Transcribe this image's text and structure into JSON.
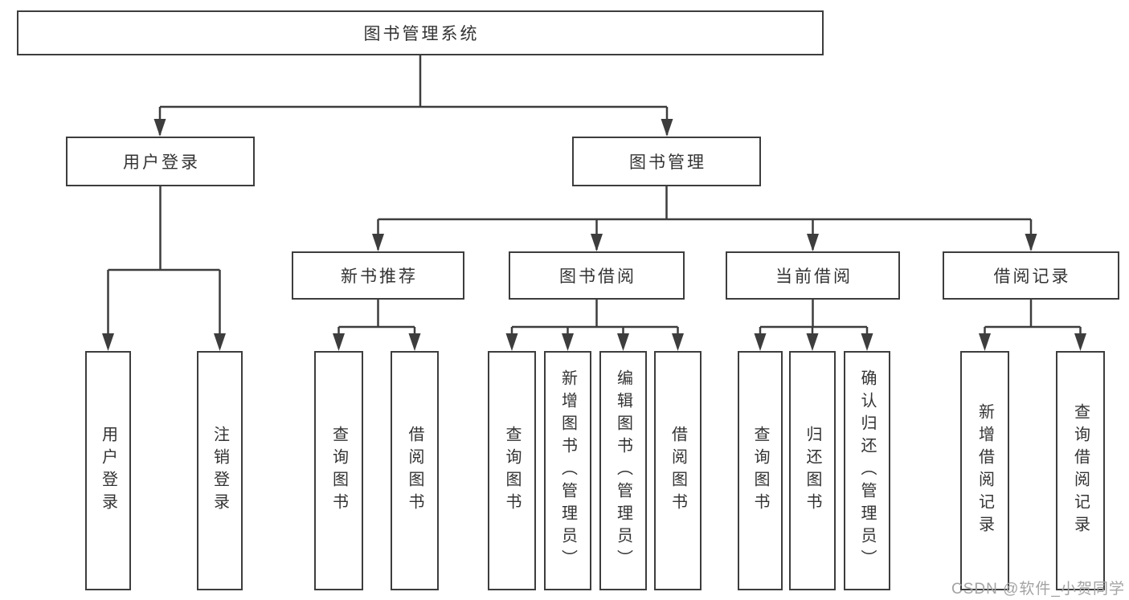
{
  "diagram": {
    "root": {
      "label": "图书管理系统"
    },
    "level2": [
      {
        "label": "用户登录"
      },
      {
        "label": "图书管理"
      }
    ],
    "level3": [
      {
        "label": "新书推荐"
      },
      {
        "label": "图书借阅"
      },
      {
        "label": "当前借阅"
      },
      {
        "label": "借阅记录"
      }
    ],
    "leaves": {
      "user_login": [
        "用户登录",
        "注销登录"
      ],
      "new_book": [
        "查询图书",
        "借阅图书"
      ],
      "book_borrow": [
        "查询图书",
        "新增图书（管理员）",
        "编辑图书（管理员）",
        "借阅图书"
      ],
      "current_borrow": [
        "查询图书",
        "归还图书",
        "确认归还（管理员）"
      ],
      "records": [
        "新增借阅记录",
        "查询借阅记录"
      ]
    }
  },
  "watermark": {
    "text": "CSDN @软件_小贺同学",
    "color": "#a3a3a3"
  },
  "colors": {
    "line": "#3d3d3d",
    "text": "#333333",
    "background": "#ffffff"
  }
}
